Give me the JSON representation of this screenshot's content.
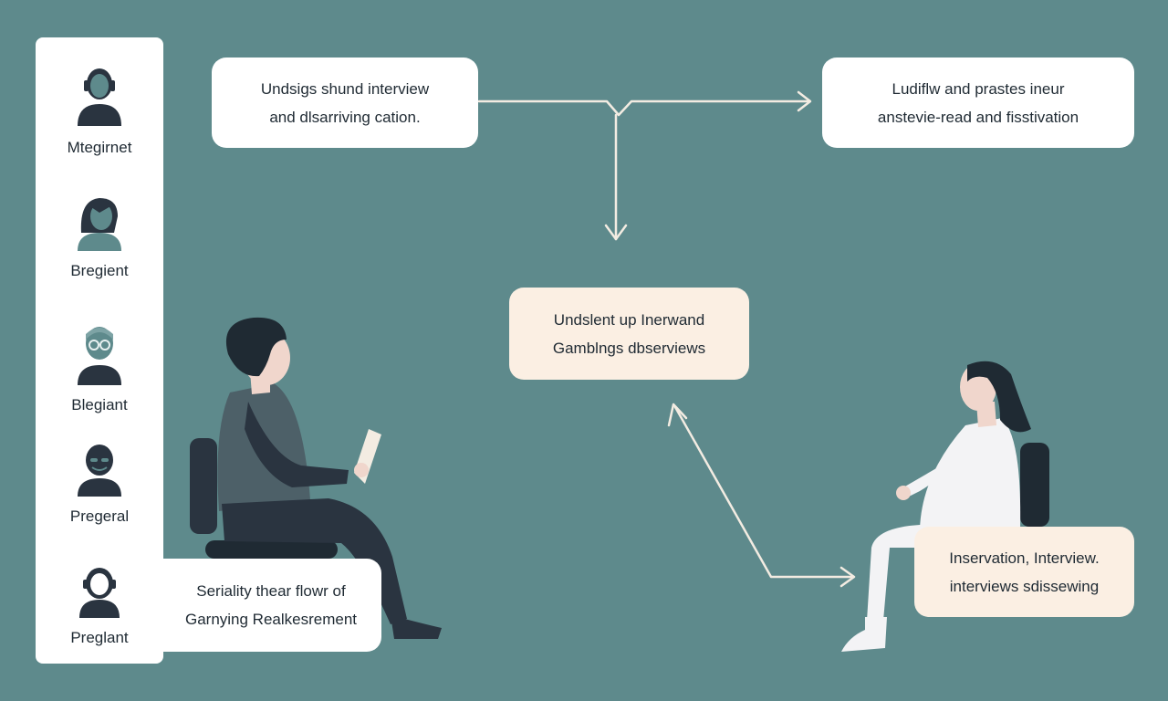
{
  "personas": [
    {
      "label": "Mtegirnet",
      "icon": "person-headset-icon"
    },
    {
      "label": "Bregient",
      "icon": "person-long-hair-icon"
    },
    {
      "label": "Blegiant",
      "icon": "person-glasses-icon"
    },
    {
      "label": "Pregeral",
      "icon": "person-mask-icon"
    },
    {
      "label": "Preglant",
      "icon": "person-outline-icon"
    }
  ],
  "cards": {
    "top_left": {
      "line1": "Undsigs shund interview",
      "line2": "and dlsarriving cation."
    },
    "top_right": {
      "line1": "Ludiflw and prastes ineur",
      "line2": "anstevie-read and fisstivation"
    },
    "center": {
      "line1": "Undslent up Inerwand",
      "line2": "Gamblngs dbserviews"
    },
    "bottom_left": {
      "line1": "Seriality thear flowr of",
      "line2": "Garnying Realkesrement"
    },
    "bottom_right": {
      "line1": "Inservation, Interview.",
      "line2": "interviews sdissewing"
    }
  },
  "colors": {
    "background": "#5e8a8c",
    "card_white": "#ffffff",
    "card_cream": "#fbefe3",
    "arrow": "#f3ece2",
    "figure_dark": "#2a3440"
  }
}
